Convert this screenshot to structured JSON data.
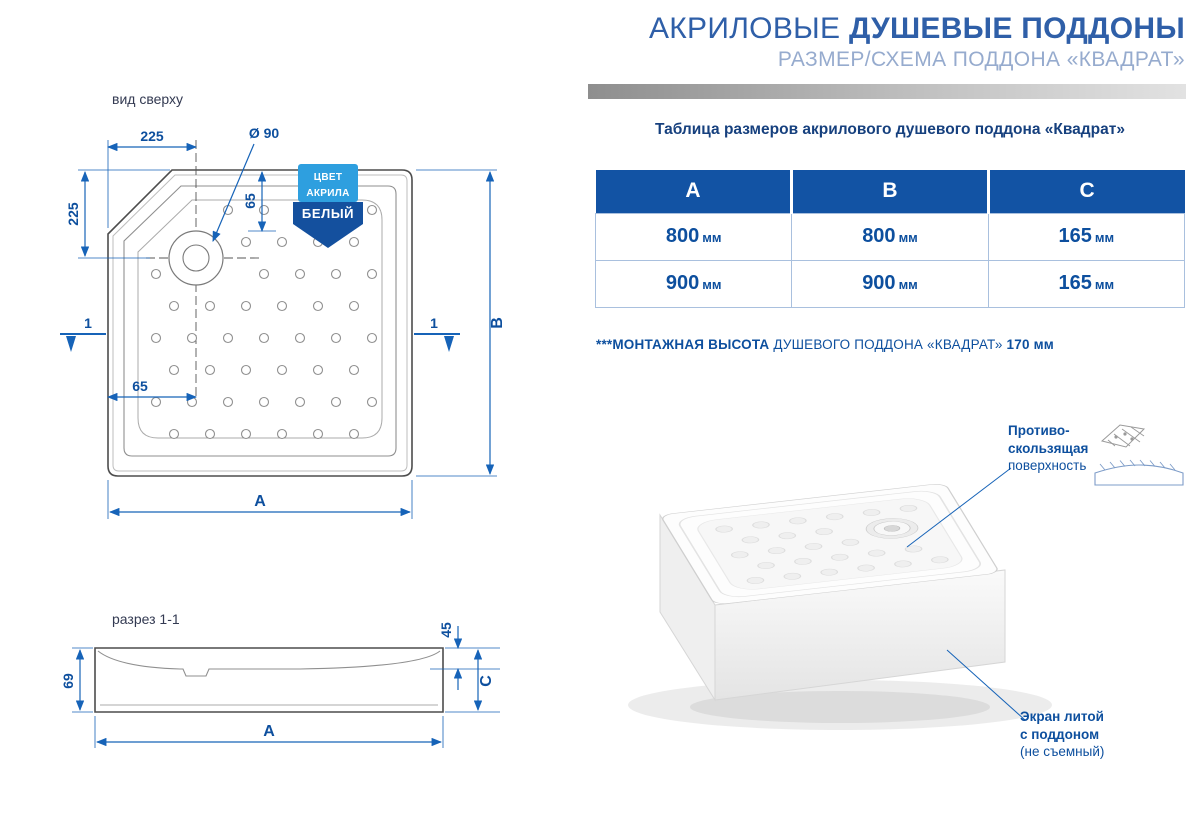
{
  "header": {
    "title_regular": "АКРИЛОВЫЕ ",
    "title_bold": "ДУШЕВЫЕ ПОДДОНЫ",
    "subtitle": "РАЗМЕР/СХЕМА ПОДДОНА «КВАДРАТ»"
  },
  "top_view": {
    "label": "вид сверху",
    "dim_225_top": "225",
    "dim_diameter": "Ø 90",
    "dim_65_vert": "65",
    "dim_225_left": "225",
    "section_mark_left": "1",
    "section_mark_right": "1",
    "dim_65_horiz": "65",
    "dim_width": "A",
    "dim_height": "B",
    "tag": {
      "line1": "ЦВЕТ",
      "line2": "АКРИЛА",
      "line3": "БЕЛЫЙ"
    }
  },
  "section_view": {
    "label": "разрез 1-1",
    "dim_45": "45",
    "dim_c": "C",
    "dim_69": "69",
    "dim_width": "A"
  },
  "table": {
    "heading": "Таблица размеров акрилового душевого поддона «Квадрат»",
    "columns": [
      "A",
      "B",
      "C"
    ],
    "unit": "мм",
    "rows": [
      [
        "800",
        "800",
        "165"
      ],
      [
        "900",
        "900",
        "165"
      ]
    ]
  },
  "note": {
    "bold1": "***МОНТАЖНАЯ ВЫСОТА",
    "regular": " ДУШЕВОГО ПОДДОНА «КВАДРАТ» ",
    "bold2": "170 мм"
  },
  "photo": {
    "annotation_antislip": {
      "line1": "Противо-",
      "line2": "скользящая",
      "line3": "поверхность"
    },
    "annotation_screen": {
      "line1": "Экран литой",
      "line2": "с поддоном",
      "line3": "(не съемный)"
    }
  },
  "colors": {
    "accent_blue": "#1663b8",
    "text_blue": "#0d4f9e",
    "table_header_blue": "#1253a4",
    "subtitle_blue": "#96abce",
    "tag_light_blue": "#2e9fdf",
    "tag_dark_blue": "#14509e"
  }
}
